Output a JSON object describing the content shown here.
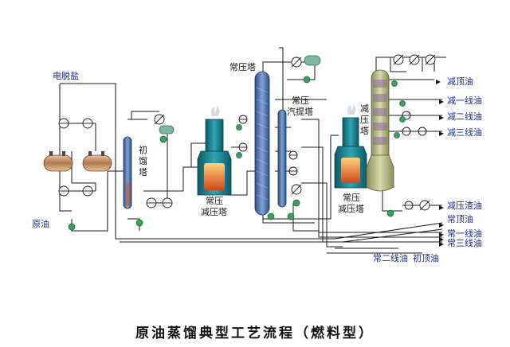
{
  "title": "原油蒸馏典型工艺流程（燃料型）",
  "labels": {
    "desalting": "电脱盐",
    "crude_oil": "原油",
    "initial_tower": [
      "初",
      "馏",
      "塔"
    ],
    "atm_heater": [
      "常压",
      "减压塔"
    ],
    "atm_tower": "常压塔",
    "stripper": [
      "常压",
      "汽提塔"
    ],
    "vac_heater": [
      "常压",
      "减压塔"
    ],
    "vac_tower": [
      "减",
      "压",
      "塔"
    ]
  },
  "products_right": [
    "减顶油",
    "减一线油",
    "减二线油",
    "减三线油",
    "减压渣油",
    "常顶油",
    "常一线油",
    "常三线油"
  ],
  "products_bottom": [
    "常二线油",
    "初顶油"
  ],
  "colors": {
    "pipe": "#1a1a1a",
    "label": "#1a2a8c",
    "column": "#5a7fb8",
    "furnace": "#1d7f8c",
    "vessel": "#c6966a",
    "pump": "#3aa060"
  }
}
